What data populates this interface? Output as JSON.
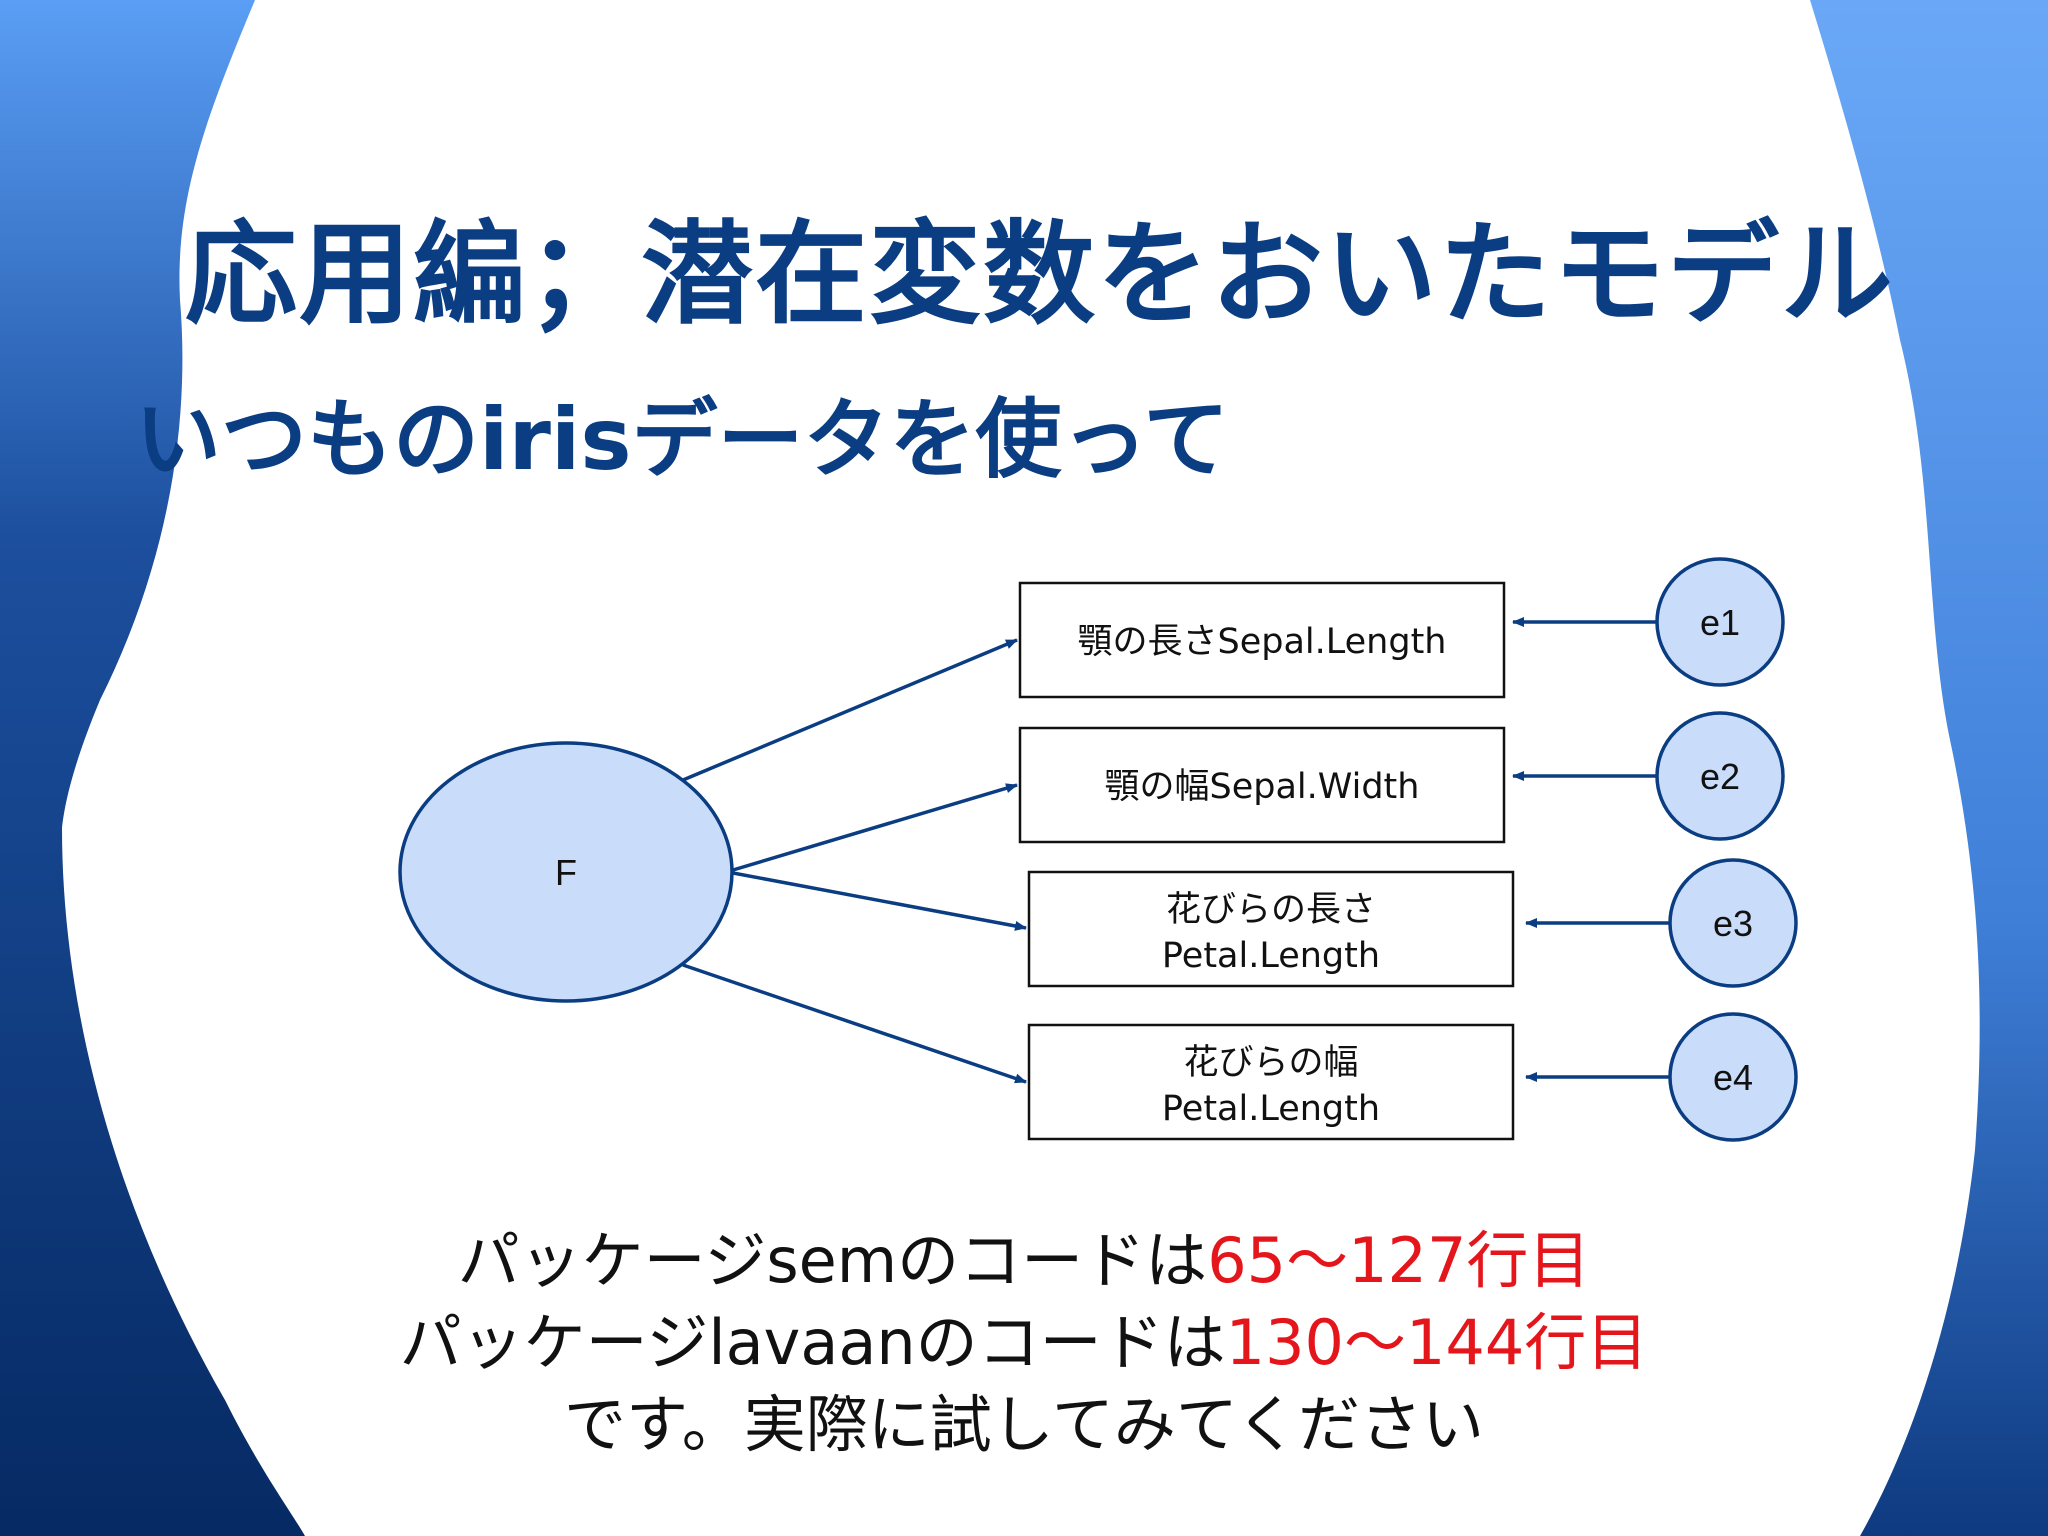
{
  "slide": {
    "title": "応用編；潜在変数をおいたモデル",
    "subtitle": "いつものirisデータを使って"
  },
  "diagram": {
    "latent": {
      "label": "F"
    },
    "observed": [
      {
        "label": "顎の長さSepal.Length",
        "error": "e1"
      },
      {
        "label": "顎の幅Sepal.Width",
        "error": "e2"
      },
      {
        "label_line1": "花びらの長さ",
        "label_line2": "Petal.Length",
        "error": "e3"
      },
      {
        "label_line1": "花びらの幅",
        "label_line2": "Petal.Length",
        "error": "e4"
      }
    ]
  },
  "footer": {
    "line1_text": "パッケージsemのコードは",
    "line1_range": "65〜127行目",
    "line2_text": "パッケージlavaanのコードは",
    "line2_range": "130〜144行目",
    "line3_text": "です。実際に試してみてください"
  },
  "colors": {
    "title": "#0b3d82",
    "highlight": "#e4161b",
    "node_fill": "#c9dcfa",
    "arrow": "#0b3d82"
  }
}
